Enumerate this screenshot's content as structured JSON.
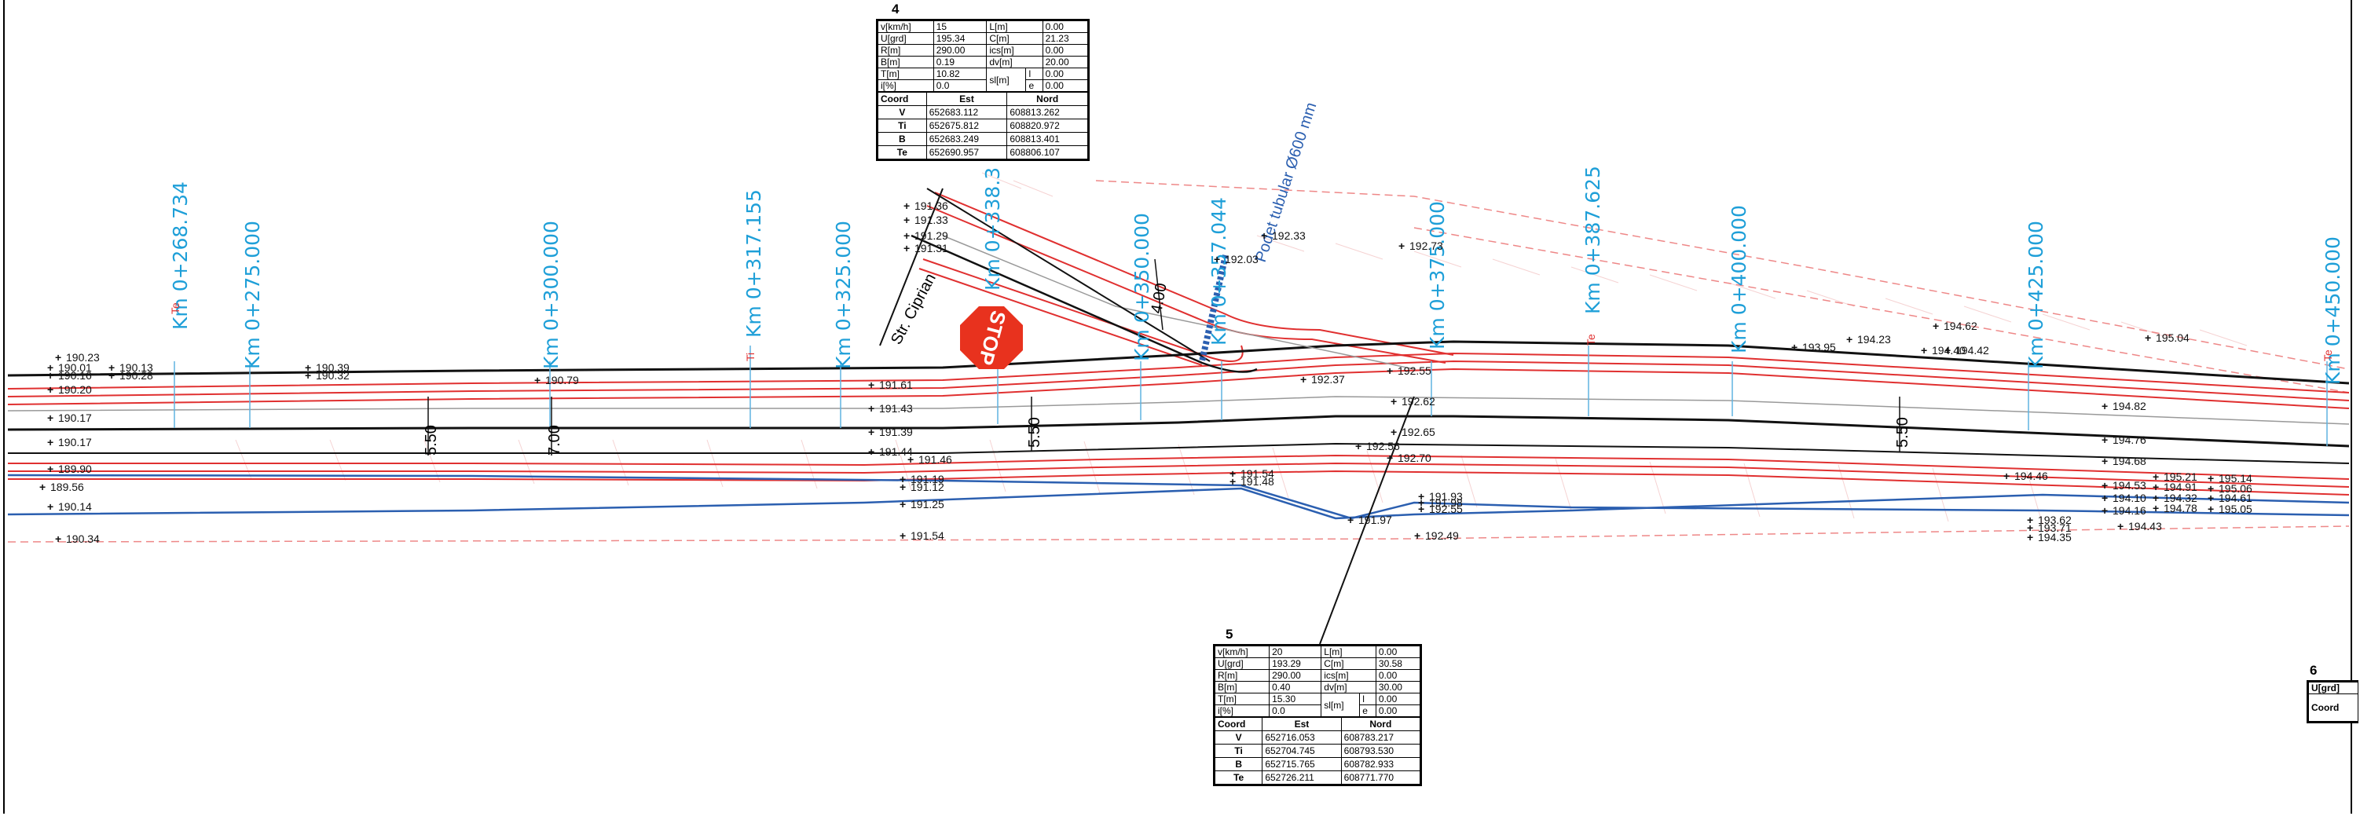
{
  "tables": {
    "t4": {
      "label": "4",
      "params": [
        [
          "v[km/h]",
          "15",
          "L[m]",
          "0.00"
        ],
        [
          "U[grd]",
          "195.34",
          "C[m]",
          "21.23"
        ],
        [
          "R[m]",
          "290.00",
          "ics[m]",
          "0.00"
        ],
        [
          "B[m]",
          "0.19",
          "dv[m]",
          "20.00"
        ],
        [
          "T[m]",
          "10.82",
          "l",
          "0.00"
        ],
        [
          "i[%]",
          "0.0",
          "e",
          "0.00"
        ]
      ],
      "sl": "sl[m]",
      "coord_header": [
        "Coord",
        "Est",
        "Nord"
      ],
      "coords": [
        [
          "V",
          "652683.112",
          "608813.262"
        ],
        [
          "Ti",
          "652675.812",
          "608820.972"
        ],
        [
          "B",
          "652683.249",
          "608813.401"
        ],
        [
          "Te",
          "652690.957",
          "608806.107"
        ]
      ]
    },
    "t5": {
      "label": "5",
      "params": [
        [
          "v[km/h]",
          "20",
          "L[m]",
          "0.00"
        ],
        [
          "U[grd]",
          "193.29",
          "C[m]",
          "30.58"
        ],
        [
          "R[m]",
          "290.00",
          "ics[m]",
          "0.00"
        ],
        [
          "B[m]",
          "0.40",
          "dv[m]",
          "30.00"
        ],
        [
          "T[m]",
          "15.30",
          "l",
          "0.00"
        ],
        [
          "i[%]",
          "0.0",
          "e",
          "0.00"
        ]
      ],
      "sl": "sl[m]",
      "coord_header": [
        "Coord",
        "Est",
        "Nord"
      ],
      "coords": [
        [
          "V",
          "652716.053",
          "608783.217"
        ],
        [
          "Ti",
          "652704.745",
          "608793.530"
        ],
        [
          "B",
          "652715.765",
          "608782.933"
        ],
        [
          "Te",
          "652726.211",
          "608771.770"
        ]
      ]
    },
    "t6": {
      "label": "6",
      "rows": [
        "U[grd]",
        "Coord"
      ]
    }
  },
  "chainage": [
    "Km 0+268.734",
    "Km 0+275.000",
    "Km 0+300.000",
    "Km 0+317.155",
    "Km 0+325.000",
    "Km 0+338.3",
    "Km 0+350.000",
    "Km 0+357.044",
    "Km 0+375.000",
    "Km 0+387.625",
    "Km 0+400.000",
    "Km 0+425.000",
    "Km 0+450.000"
  ],
  "curve_marks": [
    "Te",
    "Ti",
    "Te",
    "Te"
  ],
  "annotations": {
    "stop_sign": "STOP",
    "culvert": "Podet tubular Ø600 mm",
    "side_road": "Str. Ciprian",
    "widths": [
      "5.50",
      "7.00",
      "5.50",
      "5.50",
      "4.00"
    ]
  },
  "elevations": [
    "190.23",
    "190.01",
    "190.13",
    "190.16",
    "190.28",
    "190.39",
    "190.32",
    "190.20",
    "190.79",
    "190.17",
    "190.17",
    "189.90",
    "189.56",
    "190.14",
    "190.34",
    "191.36",
    "191.33",
    "191.29",
    "191.31",
    "191.61",
    "191.43",
    "191.39",
    "191.44",
    "191.46",
    "191.19",
    "191.12",
    "191.25",
    "191.54",
    "191.54",
    "191.48",
    "192.33",
    "192.03",
    "192.73",
    "192.37",
    "192.55",
    "192.62",
    "192.65",
    "192.56",
    "192.70",
    "191.93",
    "191.98",
    "192.55",
    "191.97",
    "192.49",
    "193.95",
    "194.23",
    "194.62",
    "194.40",
    "194.42",
    "195.04",
    "194.82",
    "194.76",
    "194.68",
    "194.46",
    "194.53",
    "194.10",
    "194.16",
    "193.62",
    "193.71",
    "194.35",
    "194.43",
    "195.21",
    "195.14",
    "194.91",
    "195.06",
    "194.32",
    "194.61",
    "194.78",
    "195.05"
  ],
  "colors": {
    "chainage": "#1e9fd8",
    "road_edge": "#e03030",
    "centerline": "#111111",
    "water": "#2b5fb0",
    "stop": "#e8321e"
  }
}
